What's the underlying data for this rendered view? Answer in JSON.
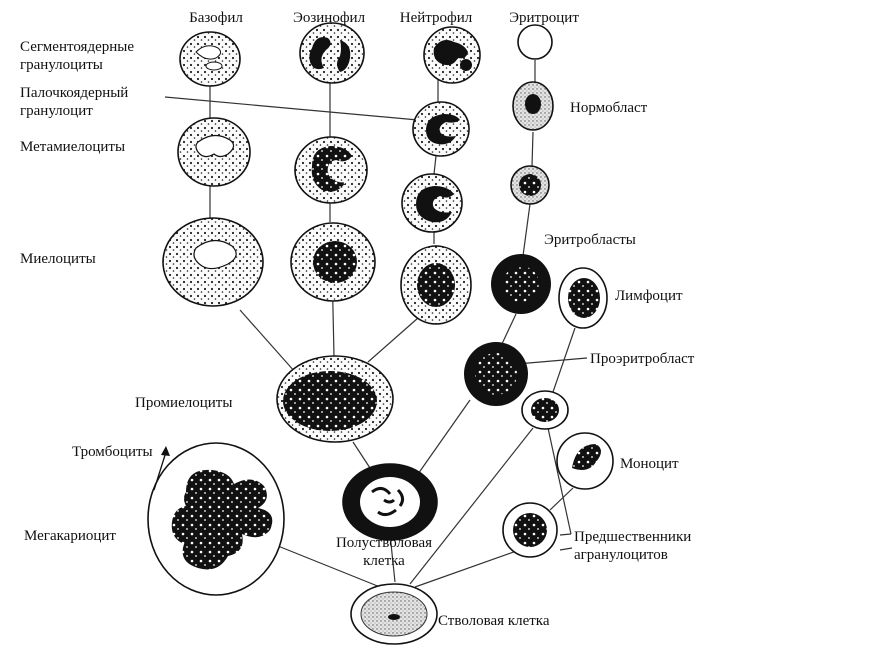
{
  "columns": {
    "basophil": "Базофил",
    "eosinophil": "Эозинофил",
    "neutrophil": "Нейтрофил",
    "erythrocyte": "Эритроцит"
  },
  "labels": {
    "segmented_1": "Сегментоядерные",
    "segmented_2": "гранулоциты",
    "band_1": "Палочкоядерный",
    "band_2": "гранулоцит",
    "metamyelocytes": "Метамиелоциты",
    "myelocytes": "Миелоциты",
    "promyelocytes": "Промиелоциты",
    "thrombocytes": "Тромбоциты",
    "megakaryocyte": "Мегакариоцит",
    "semistem_1": "Полустволовая",
    "semistem_2": "клетка",
    "stem_cell": "Стволовая клетка",
    "normoblast": "Нормобласт",
    "erythroblasts": "Эритробласты",
    "lymphocyte": "Лимфоцит",
    "proerythroblast": "Проэритробласт",
    "monocyte": "Моноцит",
    "agranulocyte_precursors_1": "Предшественники",
    "agranulocyte_precursors_2": "агранулоцитов"
  }
}
